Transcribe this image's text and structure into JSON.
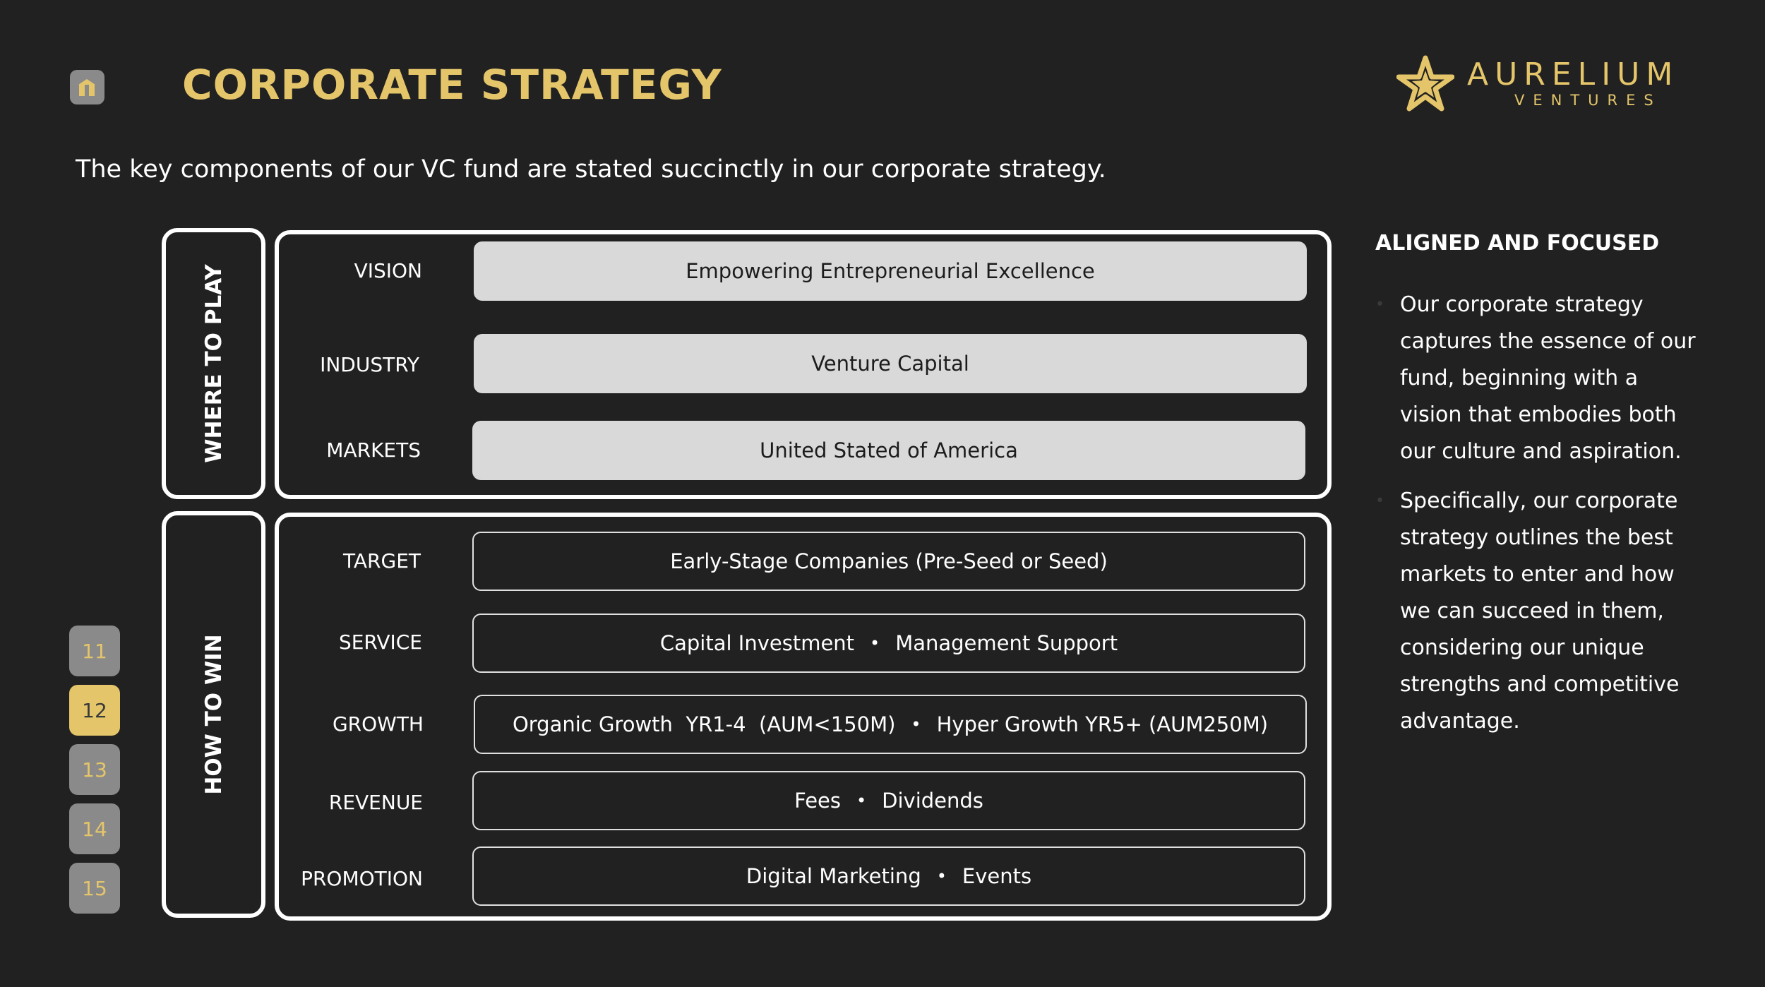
{
  "header": {
    "title": "CORPORATE STRATEGY",
    "home_icon": "home-icon",
    "subtitle": "The key components of our VC fund are stated succinctly in our corporate strategy."
  },
  "logo": {
    "name": "AURELIUM",
    "sub": "VENTURES",
    "icon": "star-logo-icon",
    "color": "#e4c56a"
  },
  "pager": {
    "pages": [
      "11",
      "12",
      "13",
      "14",
      "15"
    ],
    "active": "12"
  },
  "where_to_play": {
    "label": "WHERE TO PLAY",
    "rows": [
      {
        "label": "VISION",
        "value": "Empowering Entrepreneurial Excellence"
      },
      {
        "label": "INDUSTRY",
        "value": "Venture Capital"
      },
      {
        "label": "MARKETS",
        "value": "United Stated of America"
      }
    ]
  },
  "how_to_win": {
    "label": "HOW TO WIN",
    "rows": [
      {
        "label": "TARGET",
        "items": [
          "Early-Stage Companies (Pre-Seed or Seed)"
        ]
      },
      {
        "label": "SERVICE",
        "items": [
          "Capital Investment",
          "Management Support"
        ]
      },
      {
        "label": "GROWTH",
        "items": [
          "Organic Growth  YR1-4  (AUM<150M)",
          "Hyper Growth YR5+ (AUM250M)"
        ]
      },
      {
        "label": "REVENUE",
        "items": [
          "Fees",
          "Dividends"
        ]
      },
      {
        "label": "PROMOTION",
        "items": [
          "Digital Marketing",
          "Events"
        ]
      }
    ]
  },
  "aside": {
    "title": "ALIGNED AND FOCUSED",
    "bullets": [
      "Our corporate strategy captures the essence of our fund, beginning with a vision that embodies both our culture and aspiration.",
      "Specifically, our corporate strategy outlines the best markets to enter and how we can succeed in them, considering our unique strengths and competitive advantage."
    ]
  },
  "colors": {
    "background": "#212121",
    "accent": "#e4c56a",
    "pager_inactive": "#8a8a8a",
    "box_fill": "#d9d9d9"
  }
}
